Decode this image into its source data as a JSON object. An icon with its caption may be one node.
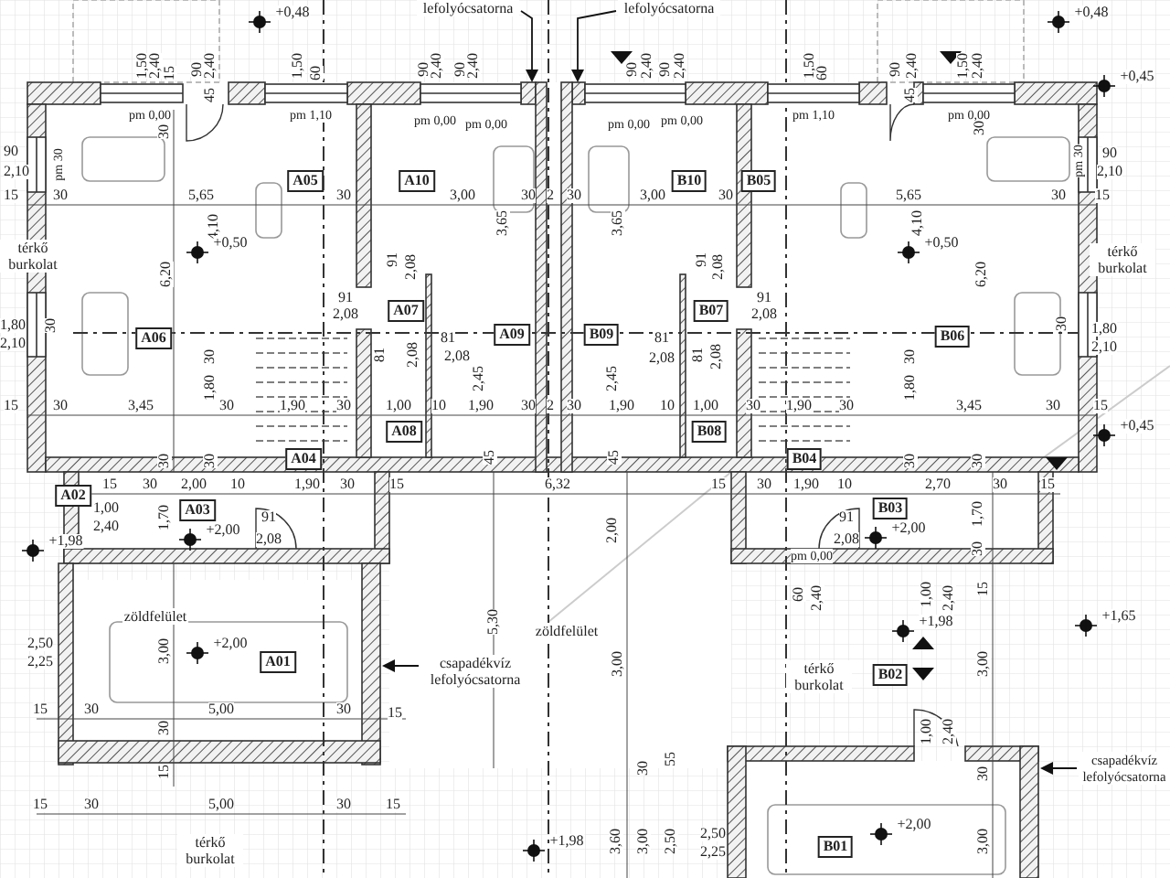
{
  "diagram": {
    "nodes": [
      {
        "text": [
          "lefolyócsatorna"
        ]
      },
      {
        "text": [
          "lefolyócsatorna"
        ]
      },
      {
        "text": [
          "csapadékvíz lefolyócsatorna"
        ]
      },
      {
        "text": [
          "csapadékvíz lefolyócsatorna"
        ]
      }
    ],
    "edges": [
      {
        "from": 0,
        "to": null,
        "arrow": "to"
      },
      {
        "from": 1,
        "to": null,
        "arrow": "to"
      },
      {
        "from": 2,
        "to": null,
        "arrow": "to"
      },
      {
        "from": 3,
        "to": null,
        "arrow": "to"
      }
    ],
    "labels": [
      "+0,48",
      "+0,48",
      "1,50",
      "2,40",
      "15",
      "90",
      "2,40",
      "1,50",
      "60",
      "90",
      "2,40",
      "90",
      "2,40",
      "90",
      "2,40",
      "90",
      "2,40",
      "1,50",
      "60",
      "90",
      "2,40",
      "1,50",
      "2,40",
      "+0,45",
      "45",
      "45",
      "pm 0,00",
      "pm 1,10",
      "pm 0,00",
      "pm 0,00",
      "pm 0,00",
      "pm 0,00",
      "pm 1,10",
      "pm 0,00",
      "30",
      "30",
      "90",
      "2,10",
      "pm 30",
      "pm 30",
      "90",
      "2,10",
      "A05",
      "A10",
      "B10",
      "B05",
      "15",
      "30",
      "5,65",
      "30",
      "3,00",
      "30",
      "2",
      "30",
      "3,00",
      "30",
      "5,65",
      "30",
      "15",
      "4,10",
      "3,65",
      "3,65",
      "4,10",
      "térkő burkolat",
      "+0,50",
      "+0,50",
      "térkő burkolat",
      "6,20",
      "91",
      "2,08",
      "91",
      "2,08",
      "6,20",
      "91",
      "91",
      "2,08",
      "A07",
      "B07",
      "2,08",
      "1,80",
      "30",
      "A06",
      "81",
      "A09",
      "B09",
      "81",
      "B06",
      "30",
      "1,80",
      "2,10",
      "81",
      "2,08",
      "2,08",
      "2,08",
      "81",
      "2,08",
      "2,10",
      "30",
      "2,45",
      "2,45",
      "30",
      "1,80",
      "1,80",
      "15",
      "30",
      "3,45",
      "30",
      "1,90",
      "30",
      "1,00",
      "10",
      "1,90",
      "30",
      "2",
      "30",
      "1,90",
      "10",
      "1,00",
      "30",
      "1,90",
      "30",
      "3,45",
      "30",
      "15",
      "A08",
      "B08",
      "+0,45",
      "30",
      "30",
      "A04",
      "45",
      "45",
      "B04",
      "30",
      "30",
      "15",
      "30",
      "2,00",
      "10",
      "1,90",
      "30",
      "15",
      "6,32",
      "15",
      "30",
      "1,90",
      "10",
      "2,70",
      "30",
      "15",
      "A02",
      "1,00",
      "1,70",
      "A03",
      "91",
      "91",
      "B03",
      "1,70",
      "+1,98",
      "2,40",
      "+2,00",
      "2,08",
      "2,00",
      "2,08",
      "+2,00",
      "30",
      "pm 0,00",
      "60",
      "2,40",
      "1,00",
      "2,40",
      "15",
      "zöldfelület",
      "5,30",
      "zöldfelület",
      "+1,98",
      "+1,65",
      "2,50",
      "2,25",
      "3,00",
      "+2,00",
      "A01",
      "3,00",
      "térkő burkolat",
      "B02",
      "3,00",
      "15",
      "30",
      "5,00",
      "30",
      "15",
      "30",
      "1,00",
      "2,40",
      "15",
      "30",
      "55",
      "30",
      "15",
      "30",
      "5,00",
      "30",
      "15",
      "térkő burkolat",
      "+1,98",
      "3,60",
      "3,00",
      "2,50",
      "2,50",
      "2,25",
      "B01",
      "+2,00",
      "3,00"
    ]
  }
}
